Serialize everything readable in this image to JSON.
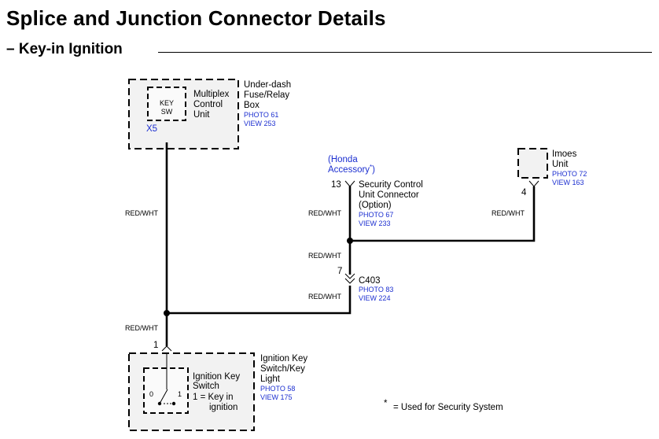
{
  "page": {
    "title": "Splice and Junction Connector Details",
    "subtitle": "Key-in Ignition",
    "subtitle_dash": "–"
  },
  "fuse_box": {
    "name_lines": [
      "Under-dash",
      "Fuse/Relay",
      "Box"
    ],
    "unit_lines": [
      "Multiplex",
      "Control",
      "Unit"
    ],
    "key_sw_lines": [
      "KEY",
      "SW"
    ],
    "pin": "X5",
    "photo": "PHOTO 61",
    "view": "VIEW 253"
  },
  "honda_note": {
    "line1": "(Honda",
    "line2": "Accessory",
    "star": "*",
    "close": ")"
  },
  "security_unit": {
    "pin": "13",
    "name_lines": [
      "Security Control",
      "Unit Connector",
      "(Option)"
    ],
    "photo": "PHOTO 67",
    "view": "VIEW 233"
  },
  "imoes_unit": {
    "name_lines": [
      "Imoes",
      "Unit"
    ],
    "pin": "4",
    "photo": "PHOTO 72",
    "view": "VIEW 163"
  },
  "c403": {
    "pin": "7",
    "name": "C403",
    "photo": "PHOTO 83",
    "view": "VIEW 224"
  },
  "ignition_switch": {
    "pin": "1",
    "name_lines": [
      "Ignition Key",
      "Switch/Key",
      "Light"
    ],
    "inner_lines": [
      "Ignition Key",
      "Switch",
      "1 = Key in",
      "ignition"
    ],
    "pos0": "0",
    "pos1": "1",
    "photo": "PHOTO 58",
    "view": "VIEW 175"
  },
  "wire_labels": {
    "left_upper": "RED/WHT",
    "security": "RED/WHT",
    "imoes": "RED/WHT",
    "mid": "RED/WHT",
    "c403_lower": "RED/WHT",
    "left_lower": "RED/WHT"
  },
  "footnote": {
    "star": "*",
    "text": "=  Used for Security System"
  }
}
